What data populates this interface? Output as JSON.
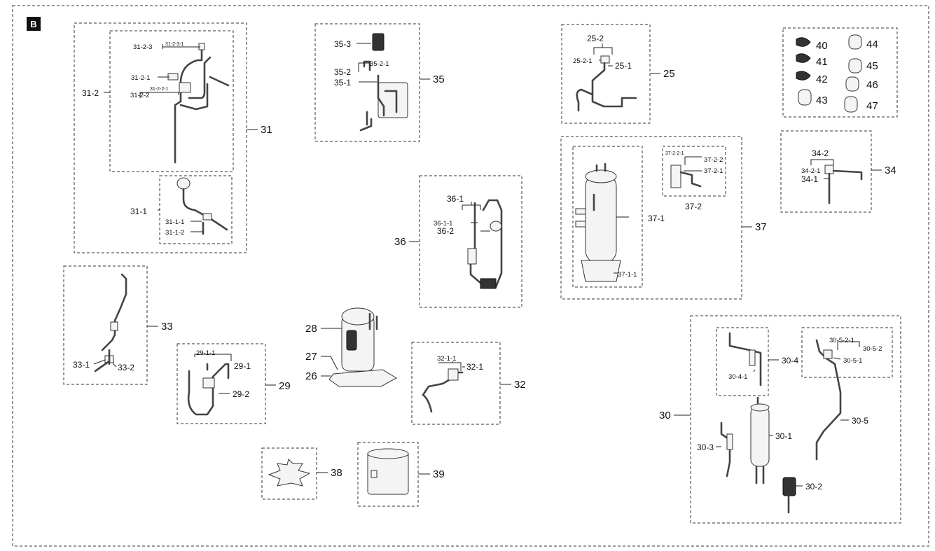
{
  "section_badge": "B",
  "labels": {
    "l31": "31",
    "l31_2": "31-2",
    "l31_2_3": "31-2-3",
    "l31_2_3_1": "31-2-3-1",
    "l31_2_1": "31-2-1",
    "l31_2_2": "31-2-2",
    "l31_2_2_1": "31-2-2-1",
    "l31_1": "31-1",
    "l31_1_1": "31-1-1",
    "l31_1_2": "31-1-2",
    "l35": "35",
    "l35_3": "35-3",
    "l35_2": "35-2",
    "l35_2_1": "35-2-1",
    "l35_1": "35-1",
    "l25": "25",
    "l25_2": "25-2",
    "l25_2_1": "25-2-1",
    "l25_1": "25-1",
    "l40": "40",
    "l41": "41",
    "l42": "42",
    "l43": "43",
    "l44": "44",
    "l45": "45",
    "l46": "46",
    "l47": "47",
    "l37": "37",
    "l37_1": "37-1",
    "l37_1_1": "37-1-1",
    "l37_2": "37-2",
    "l37_2_1": "37-2-1",
    "l37_2_2": "37-2-2",
    "l37_2_2_1": "37-2-2-1",
    "l34": "34",
    "l34_2": "34-2",
    "l34_2_1": "34-2-1",
    "l34_1": "34-1",
    "l36": "36",
    "l36_1": "36-1",
    "l36_1_1": "36-1-1",
    "l36_2": "36-2",
    "l33": "33",
    "l33_1": "33-1",
    "l33_2": "33-2",
    "l29": "29",
    "l29_1": "29-1",
    "l29_1_1": "29-1-1",
    "l29_2": "29-2",
    "l28": "28",
    "l27": "27",
    "l26": "26",
    "l32": "32",
    "l32_1": "32-1",
    "l32_1_1": "32-1-1",
    "l30": "30",
    "l30_1": "30-1",
    "l30_2": "30-2",
    "l30_3": "30-3",
    "l30_4": "30-4",
    "l30_4_1": "30-4-1",
    "l30_5": "30-5",
    "l30_5_1": "30-5-1",
    "l30_5_2": "30-5-2",
    "l30_5_2_1": "30-5-2-1",
    "l38": "38",
    "l39": "39"
  }
}
